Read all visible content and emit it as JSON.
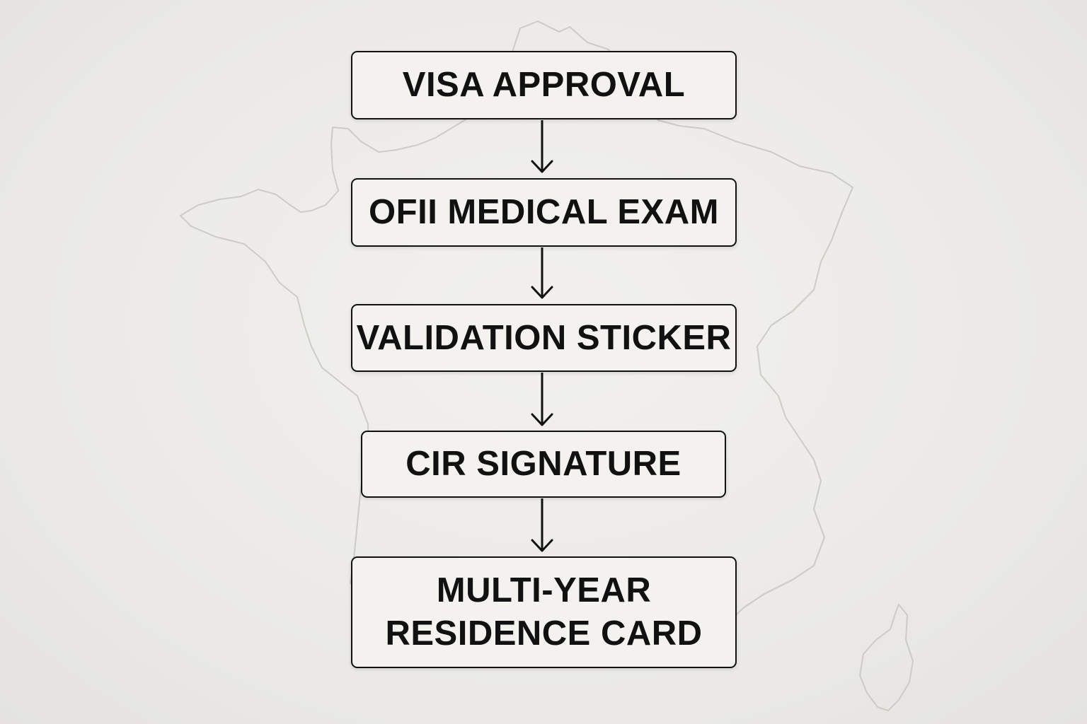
{
  "flowchart": {
    "steps": [
      {
        "lines": [
          "VISA APPROVAL"
        ]
      },
      {
        "lines": [
          "OFII MEDICAL EXAM"
        ]
      },
      {
        "lines": [
          "VALIDATION STICKER"
        ]
      },
      {
        "lines": [
          "CIR SIGNATURE"
        ]
      },
      {
        "lines": [
          "MULTI-YEAR",
          "RESIDENCE CARD"
        ]
      }
    ],
    "connector": "arrow-down"
  },
  "background": {
    "image": "map-of-france-outline",
    "color": "#ebeae6",
    "outline_color": "#c9c8c3"
  }
}
